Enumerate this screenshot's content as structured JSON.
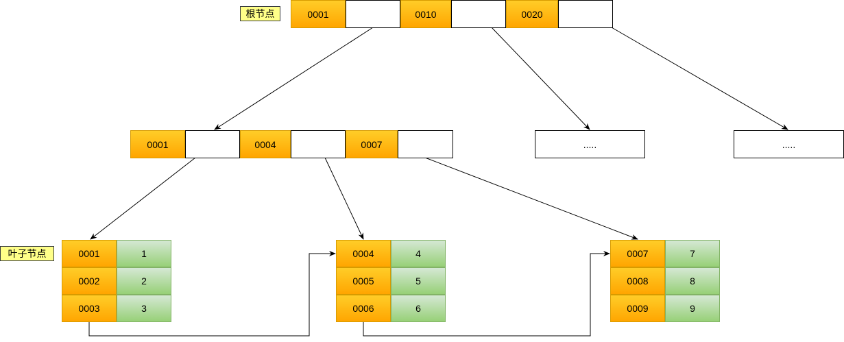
{
  "labels": {
    "root": "根节点",
    "leaf": "叶子节点"
  },
  "root": {
    "keys": [
      "0001",
      "0010",
      "0020"
    ]
  },
  "internal": {
    "keys": [
      "0001",
      "0004",
      "0007"
    ]
  },
  "placeholders": [
    ".....",
    "....."
  ],
  "leaves": [
    {
      "keys": [
        "0001",
        "0002",
        "0003"
      ],
      "values": [
        "1",
        "2",
        "3"
      ]
    },
    {
      "keys": [
        "0004",
        "0005",
        "0006"
      ],
      "values": [
        "4",
        "5",
        "6"
      ]
    },
    {
      "keys": [
        "0007",
        "0008",
        "0009"
      ],
      "values": [
        "7",
        "8",
        "9"
      ]
    }
  ],
  "colors": {
    "key_fill": "#ffa500",
    "key_border": "#d79b00",
    "value_fill": "#97d077",
    "value_border": "#82b366",
    "tag_fill": "#ffff88"
  }
}
